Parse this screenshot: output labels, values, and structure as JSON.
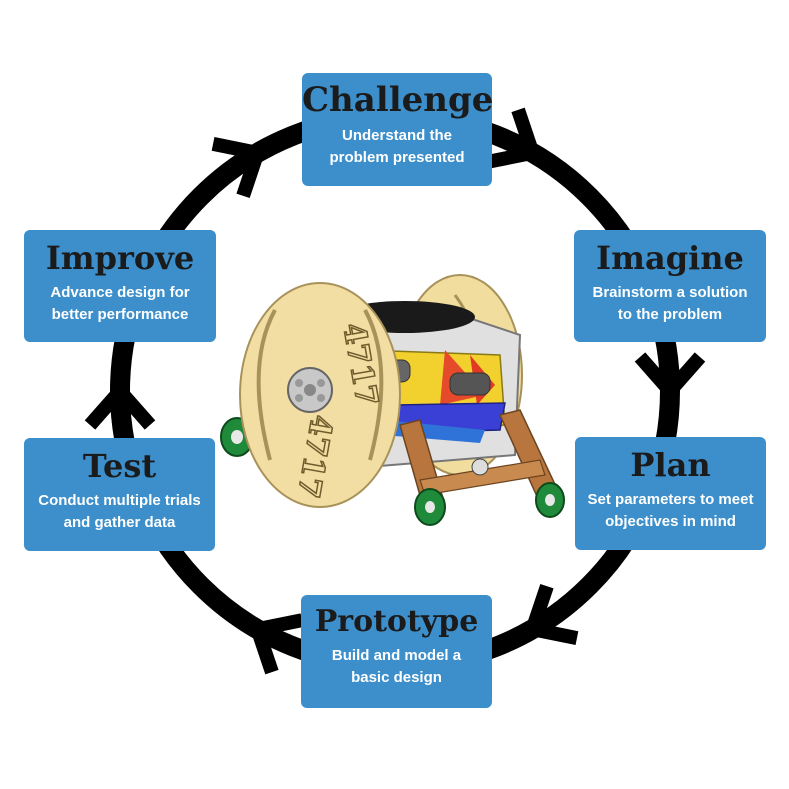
{
  "colors": {
    "box_fill": "#3c8fcb",
    "title_text": "#1b1b1b",
    "description_text": "#ffffff",
    "cycle_ring": "#000000"
  },
  "steps": [
    {
      "id": "challenge",
      "title": "Challenge",
      "description_line1": "Understand the",
      "description_line2": "problem presented"
    },
    {
      "id": "imagine",
      "title": "Imagine",
      "description_line1": "Brainstorm a solution",
      "description_line2": "to the problem"
    },
    {
      "id": "plan",
      "title": "Plan",
      "description_line1": "Set parameters to meet",
      "description_line2": "objectives in mind"
    },
    {
      "id": "prototype",
      "title": "Prototype",
      "description_line1": "Build and model a",
      "description_line2": "basic design"
    },
    {
      "id": "test",
      "title": "Test",
      "description_line1": "Conduct multiple trials",
      "description_line2": "and gather data"
    },
    {
      "id": "improve",
      "title": "Improve",
      "description_line1": "Advance design for",
      "description_line2": "better performance"
    }
  ],
  "flow_direction": "clockwise",
  "robot": {
    "panel_text": "4717",
    "icon": "robot-cad-model"
  }
}
